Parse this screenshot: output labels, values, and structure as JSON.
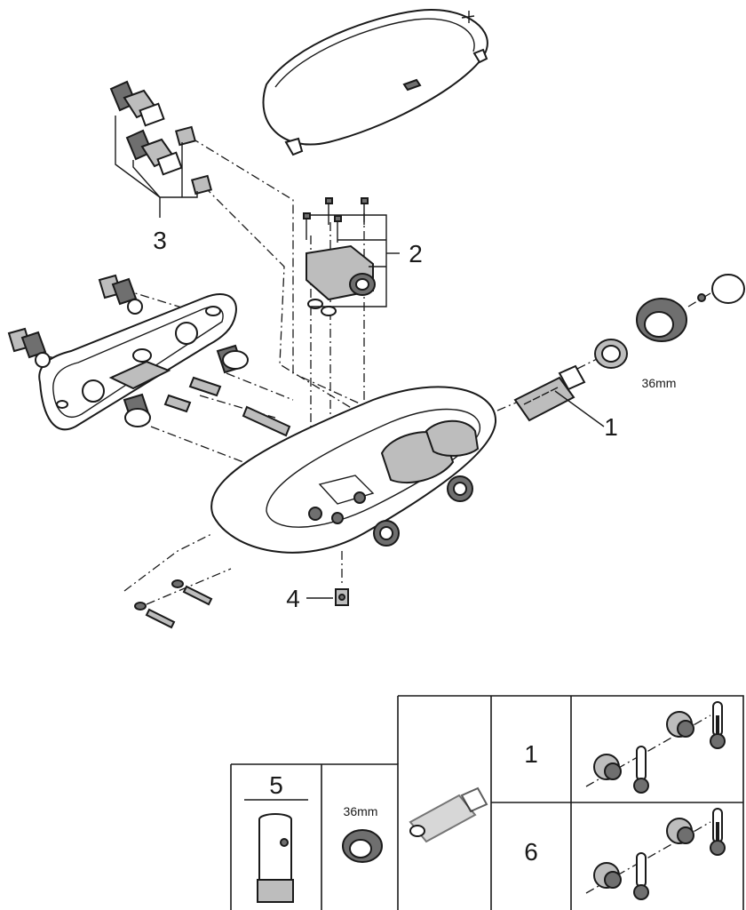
{
  "callouts": {
    "c1": "1",
    "c2": "2",
    "c3": "3",
    "c4": "4",
    "c5": "5",
    "c6": "6"
  },
  "dimensions": {
    "nut_size_main": "36mm",
    "nut_size_table": "36mm"
  },
  "table": {
    "row1_label": "1",
    "row2_label": "6",
    "tool_label": "5",
    "nut_label": "36mm"
  },
  "thermometers": {
    "hot": "thermometer-hot-icon",
    "cold": "thermometer-cold-icon"
  }
}
